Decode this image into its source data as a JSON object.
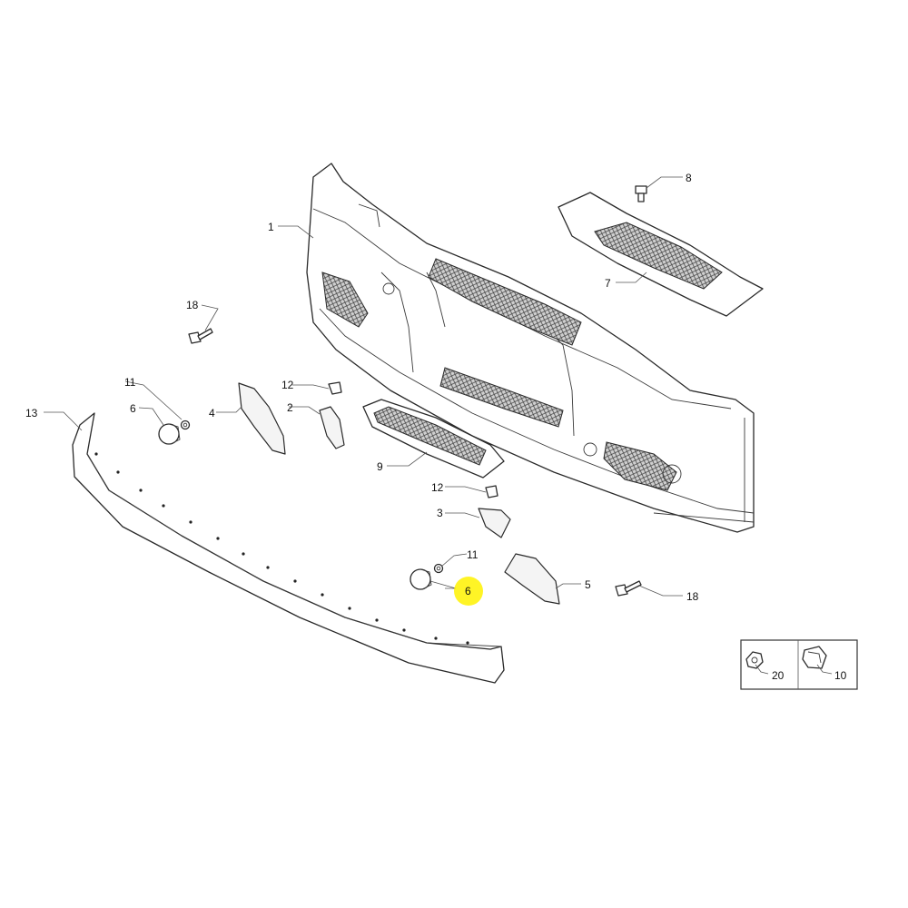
{
  "callouts": {
    "c1": "1",
    "c2": "2",
    "c3": "3",
    "c4": "4",
    "c5": "5",
    "c6a": "6",
    "c6b": "6",
    "c7": "7",
    "c8": "8",
    "c9": "9",
    "c10": "10",
    "c11a": "11",
    "c11b": "11",
    "c12a": "12",
    "c12b": "12",
    "c13": "13",
    "c18a": "18",
    "c18b": "18",
    "c20": "20"
  },
  "highlight_color": "#fff200"
}
